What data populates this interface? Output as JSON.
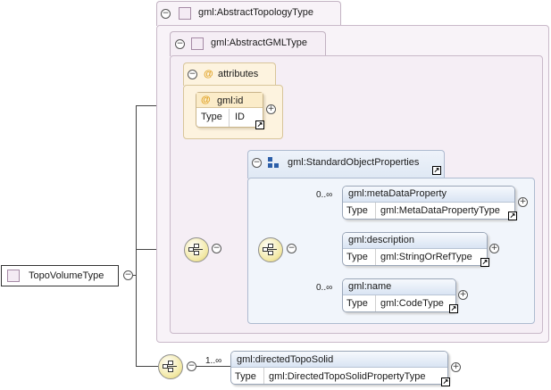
{
  "types": {
    "abstract_topology": "gml:AbstractTopologyType",
    "abstract_gml": "gml:AbstractGMLType",
    "standard_object_properties": "gml:StandardObjectProperties"
  },
  "attributes_group": {
    "title": "attributes",
    "at_symbol": "@",
    "id_attr": {
      "name": "gml:id",
      "type_label": "Type",
      "type_value": "ID"
    }
  },
  "root": {
    "label": "TopoVolumeType"
  },
  "elements": [
    {
      "name": "gml:metaDataProperty",
      "type_label": "Type",
      "type_value": "gml:MetaDataPropertyType",
      "occurrence": "0..∞"
    },
    {
      "name": "gml:description",
      "type_label": "Type",
      "type_value": "gml:StringOrRefType",
      "occurrence": ""
    },
    {
      "name": "gml:name",
      "type_label": "Type",
      "type_value": "gml:CodeType",
      "occurrence": "0..∞"
    },
    {
      "name": "gml:directedTopoSolid",
      "type_label": "Type",
      "type_value": "gml:DirectedTopoSolidPropertyType",
      "occurrence": "1..∞"
    }
  ],
  "symbols": {
    "collapse": "−",
    "expand": "+",
    "link": "↗"
  },
  "colors": {
    "type_panel_fill": "#f8f3f8",
    "inner_panel_fill": "#f1f5fb",
    "attr_fill": "#fdf3df",
    "node_header": "#d9e4f3"
  }
}
